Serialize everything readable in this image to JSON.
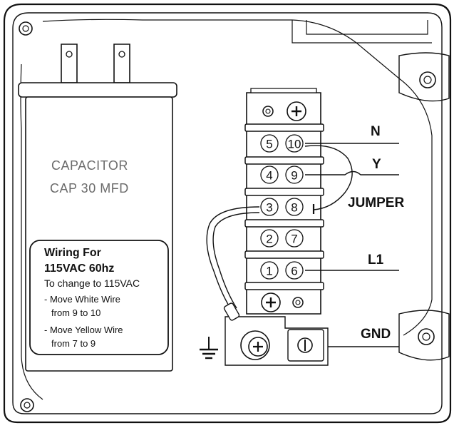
{
  "capacitor": {
    "label_line1": "CAPACITOR",
    "label_line2": "CAP 30 MFD"
  },
  "wiring_note": {
    "title_line1": "Wiring For",
    "title_line2": "115VAC 60hz",
    "line3": "To change to 115VAC",
    "step1_line1": "- Move White Wire",
    "step1_line2": "from 9 to 10",
    "step2_line1": "- Move Yellow Wire",
    "step2_line2": "from 7 to 9"
  },
  "terminal_block": {
    "rows": [
      {
        "left": "5",
        "right": "10"
      },
      {
        "left": "4",
        "right": "9"
      },
      {
        "left": "3",
        "right": "8"
      },
      {
        "left": "2",
        "right": "7"
      },
      {
        "left": "1",
        "right": "6"
      }
    ]
  },
  "wire_labels": {
    "n": "N",
    "y": "Y",
    "jumper": "JUMPER",
    "l1": "L1",
    "gnd": "GND"
  },
  "icons": {
    "ground_symbol": "ground-icon",
    "screw": "screw-icon"
  }
}
